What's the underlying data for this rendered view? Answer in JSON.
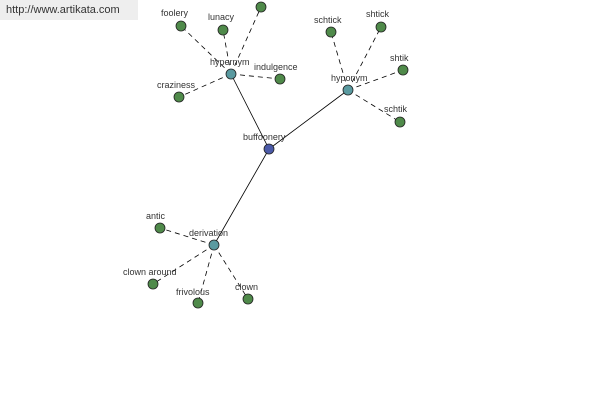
{
  "watermark": "http://www.artikata.com",
  "colors": {
    "center": "#4b5aa8",
    "relation": "#5a9aa0",
    "word": "#4f8a4a",
    "edge": "#000000"
  },
  "graph": {
    "center": {
      "id": "center",
      "label": "buffoonery"
    },
    "relations": [
      {
        "id": "rel-hypernym",
        "label": "hypernym"
      },
      {
        "id": "rel-hyponym",
        "label": "hyponym"
      },
      {
        "id": "rel-derivation",
        "label": "derivation"
      }
    ],
    "words": [
      {
        "id": "w-foolery",
        "label": "foolery",
        "rel": "rel-hypernym"
      },
      {
        "id": "w-lunacy",
        "label": "lunacy",
        "rel": "rel-hypernym"
      },
      {
        "id": "w-unlabeled",
        "label": "",
        "rel": "rel-hypernym"
      },
      {
        "id": "w-indulgence",
        "label": "indulgence",
        "rel": "rel-hypernym"
      },
      {
        "id": "w-craziness",
        "label": "craziness",
        "rel": "rel-hypernym"
      },
      {
        "id": "w-schtick",
        "label": "schtick",
        "rel": "rel-hyponym"
      },
      {
        "id": "w-shtick",
        "label": "shtick",
        "rel": "rel-hyponym"
      },
      {
        "id": "w-shtik",
        "label": "shtik",
        "rel": "rel-hyponym"
      },
      {
        "id": "w-schtik",
        "label": "schtik",
        "rel": "rel-hyponym"
      },
      {
        "id": "w-antic",
        "label": "antic",
        "rel": "rel-derivation"
      },
      {
        "id": "w-clown-around",
        "label": "clown around",
        "rel": "rel-derivation"
      },
      {
        "id": "w-frivolous",
        "label": "frivolous",
        "rel": "rel-derivation"
      },
      {
        "id": "w-clown",
        "label": "clown",
        "rel": "rel-derivation"
      }
    ]
  }
}
